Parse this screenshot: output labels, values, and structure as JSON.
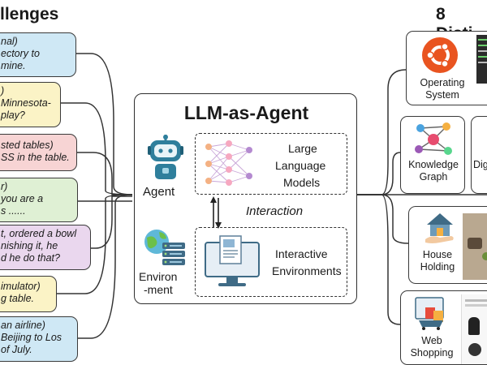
{
  "left_heading": "llenges",
  "right_heading": "8 Disti",
  "center_title": "LLM-as-Agent",
  "agent_label": "Agent",
  "environment_label_1": "Environ",
  "environment_label_2": "-ment",
  "interaction_label": "Interaction",
  "llm_label": [
    "Large",
    "Language",
    "Models"
  ],
  "env_box_label": [
    "Interactive",
    "Environments"
  ],
  "challenges": [
    {
      "lines": [
        "nal)",
        "ectory to",
        "mine."
      ],
      "bg": "#cfe8f5"
    },
    {
      "lines": [
        ")",
        "Minnesota-",
        "play?"
      ],
      "bg": "#fbf3c6"
    },
    {
      "lines": [
        "sted tables)",
        "SS in the table."
      ],
      "bg": "#f7d4d4"
    },
    {
      "lines": [
        "r)",
        "you are a",
        "s ......"
      ],
      "bg": "#dff0d4"
    },
    {
      "lines": [
        "t, ordered a bowl",
        "nishing it, he",
        "d he do that?"
      ],
      "bg": "#ead7ee"
    },
    {
      "lines": [
        "imulator)",
        "g table."
      ],
      "bg": "#fbf3c6"
    },
    {
      "lines": [
        "an airline)",
        "Beijing to Los",
        "of July."
      ],
      "bg": "#cfe8f5"
    }
  ],
  "environments": {
    "os": [
      "Operating",
      "System"
    ],
    "kg": [
      "Knowledge",
      "Graph"
    ],
    "dig": "Dig",
    "house": [
      "House",
      "Holding"
    ],
    "web": [
      "Web",
      "Shopping"
    ]
  },
  "colors": {
    "accent_orange": "#e95420",
    "robot_teal": "#2f7f9c"
  }
}
